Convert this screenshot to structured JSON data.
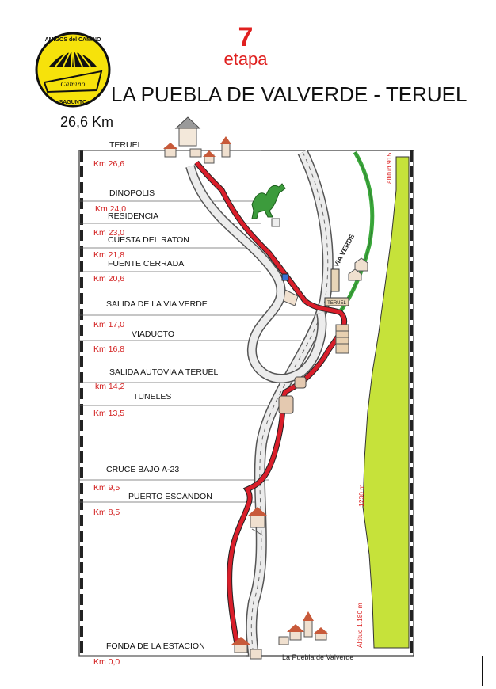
{
  "header": {
    "stage_number": "7",
    "stage_word": "etapa",
    "route_title": "LA PUEBLA DE VALVERDE - TERUEL",
    "distance": "26,6 Km"
  },
  "logo": {
    "top_text": "AMIGOS del CAMINO",
    "bottom_text": "SAGUNTO",
    "center_text": "Camino",
    "colors": {
      "yellow": "#f6e20b",
      "black": "#111111"
    }
  },
  "waypoints": [
    {
      "name": "TERUEL",
      "km": "Km 26,6"
    },
    {
      "name": "DINOPOLIS",
      "km": "Km 24,0"
    },
    {
      "name": "RESIDENCIA",
      "km": "Km 23,0"
    },
    {
      "name": "CUESTA DEL RATON",
      "km": "Km 21,8"
    },
    {
      "name": "FUENTE CERRADA",
      "km": "Km  20,6"
    },
    {
      "name": "SALIDA DE LA VIA VERDE",
      "km": "Km 17,0"
    },
    {
      "name": "VIADUCTO",
      "km": "Km 16,8"
    },
    {
      "name": "SALIDA AUTOVIA A TERUEL",
      "km": "km 14,2"
    },
    {
      "name": "TUNELES",
      "km": "Km 13,5"
    },
    {
      "name": "CRUCE BAJO  A-23",
      "km": "Km 9,5"
    },
    {
      "name": "PUERTO ESCANDON",
      "km": "Km 8,5"
    },
    {
      "name": "FONDA DE LA ESTACION",
      "km": "Km 0,0"
    }
  ],
  "map_labels": {
    "town_start": "La Puebla de Valverde",
    "via_verde": "VIA VERDE",
    "teruel_sign": "TERUEL",
    "altitude_top": "altitud 915",
    "altitude_mid": "1230 m",
    "altitude_bottom": "Altitud 1.180 m"
  },
  "colors": {
    "route": "#d91e2a",
    "via_verde": "#3aa83a",
    "elevation": "#c6e23a",
    "road": "#ececec",
    "accent": "#e0201f"
  }
}
